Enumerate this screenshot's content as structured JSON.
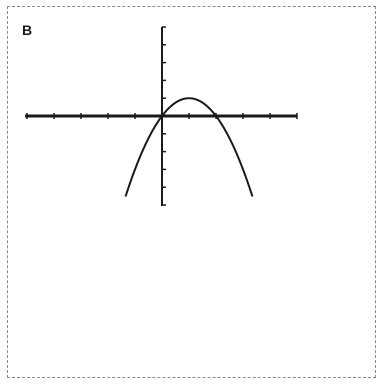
{
  "panel": {
    "label": "B"
  },
  "chart_data": {
    "type": "line",
    "title": "",
    "xlabel": "",
    "ylabel": "",
    "xlim": [
      -5,
      5
    ],
    "ylim": [
      -5,
      5
    ],
    "x_ticks": [
      -5,
      -4,
      -3,
      -2,
      -1,
      1,
      2,
      3,
      4,
      5
    ],
    "y_ticks": [
      -5,
      -4,
      -3,
      -2,
      -1,
      1,
      2,
      3,
      4,
      5
    ],
    "grid": false,
    "series": [
      {
        "function": "-x^2 + 2x",
        "x_domain": [
          -1.35,
          3.35
        ],
        "color": "#1a1a1a"
      }
    ],
    "axis_color": "#1a1a1a"
  }
}
